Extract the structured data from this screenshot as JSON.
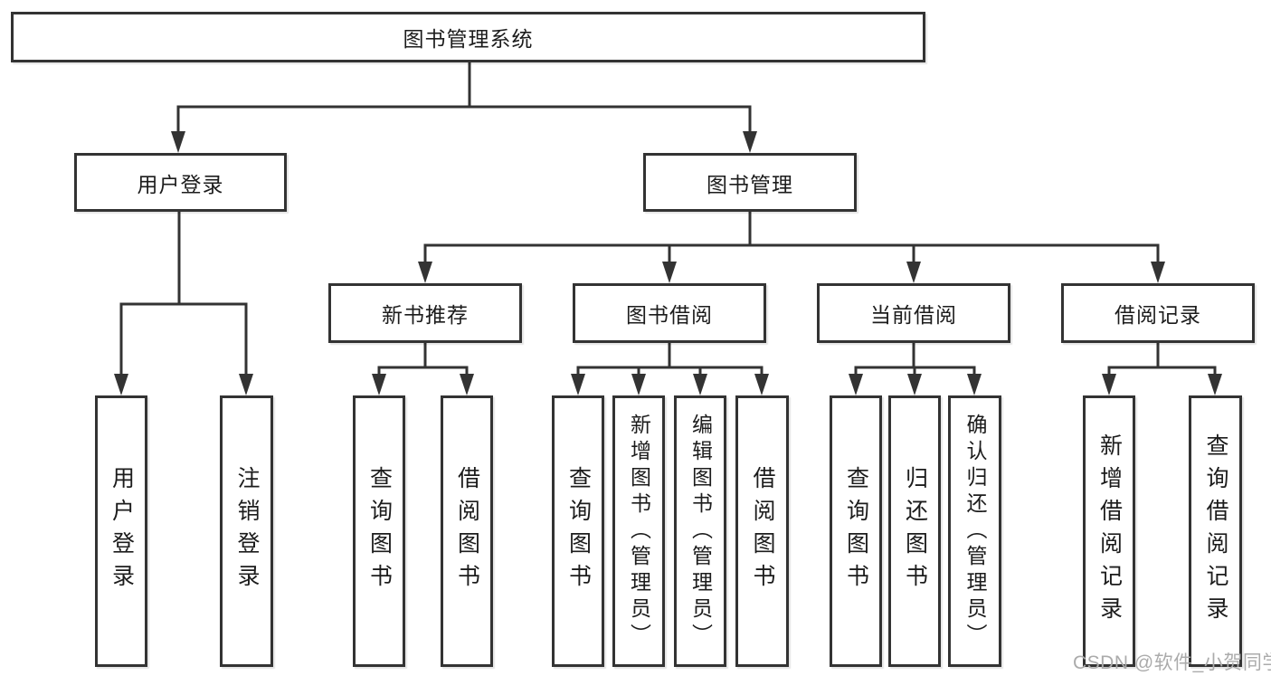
{
  "diagram": {
    "tree": {
      "label": "图书管理系统",
      "children": [
        {
          "label": "用户登录",
          "children": [
            {
              "label": "用户登录"
            },
            {
              "label": "注销登录"
            }
          ]
        },
        {
          "label": "图书管理",
          "children": [
            {
              "label": "新书推荐",
              "children": [
                {
                  "label": "查询图书"
                },
                {
                  "label": "借阅图书"
                }
              ]
            },
            {
              "label": "图书借阅",
              "children": [
                {
                  "label": "查询图书"
                },
                {
                  "label": "新增图书（管理员）"
                },
                {
                  "label": "编辑图书（管理员）"
                },
                {
                  "label": "借阅图书"
                }
              ]
            },
            {
              "label": "当前借阅",
              "children": [
                {
                  "label": "查询图书"
                },
                {
                  "label": "归还图书"
                },
                {
                  "label": "确认归还（管理员）"
                }
              ]
            },
            {
              "label": "借阅记录",
              "children": [
                {
                  "label": "新增借阅记录"
                },
                {
                  "label": "查询借阅记录"
                }
              ]
            }
          ]
        }
      ]
    }
  },
  "watermark": {
    "text": "CSDN @软件_小贺同学",
    "color": "#ababab"
  },
  "colors": {
    "line": "#333333",
    "box_border": "#333333",
    "box_fill": "#ffffff",
    "text": "#1c1c1c",
    "background": "#ffffff"
  }
}
